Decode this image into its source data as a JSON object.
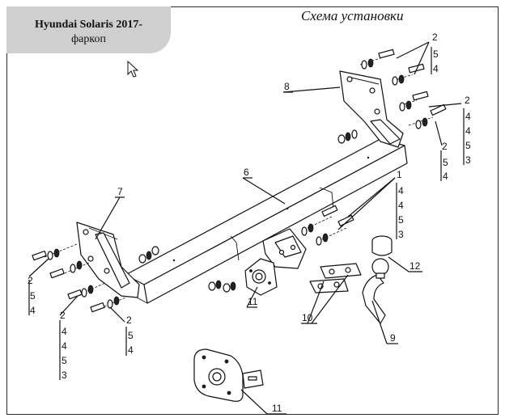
{
  "header": {
    "model": "Hyundai Solaris 2017-",
    "product": "фаркоп"
  },
  "scheme_title": "Схема установки",
  "callouts": {
    "p6": "6",
    "p7": "7",
    "p8": "8",
    "p9": "9",
    "p10": "10",
    "p11a": "11",
    "p11b": "11",
    "p12": "12"
  },
  "fastener_stacks": {
    "top_right_1": [
      "2",
      "5",
      "4"
    ],
    "top_right_2": [
      "2",
      "4",
      "4",
      "5",
      "3"
    ],
    "right_mid": [
      "2",
      "5",
      "4"
    ],
    "center_right": [
      "1",
      "4",
      "4",
      "5",
      "3"
    ],
    "left_1": [
      "2",
      "5",
      "4"
    ],
    "left_2": [
      "2",
      "4",
      "4",
      "5",
      "3"
    ],
    "left_3": [
      "2",
      "5",
      "4"
    ]
  },
  "icons": [
    "mouse-cursor-icon"
  ]
}
